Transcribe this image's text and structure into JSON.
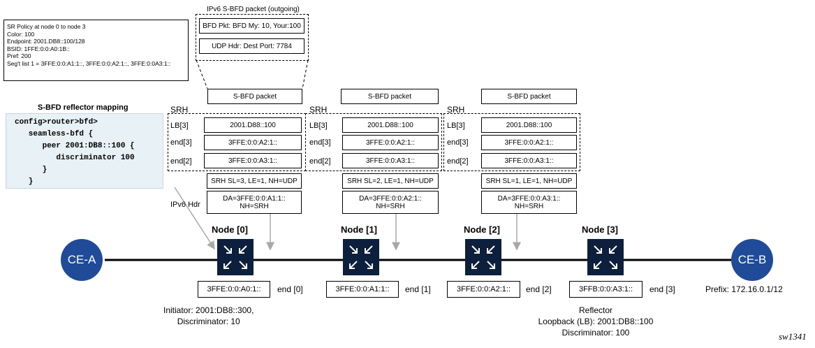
{
  "policy_lines": [
    "SR Policy at node 0 to node 3",
    "Color: 100",
    "Endpoint: 2001.DB8::100/128",
    "BSID: 1FFE:0:0:A0:1B::",
    "Pref: 200",
    "Seg't list 1 = 3FFE:0:0:A1:1::, 3FFE:0:0:A2:1::, 3FFE:0:0A3:1::"
  ],
  "packet_title": "IPv6 S-BFD packet (outgoing)",
  "bfd_pkt": "BFD Pkt: BFD My: 10, Your:100",
  "udp_hdr": "UDP Hdr: Dest Port: 7784",
  "reflector_title": "S-BFD reflector mapping",
  "config_lines": [
    "config>router>bfd>",
    "   seamless-bfd {",
    "      peer 2001:DB8::100 {",
    "         discriminator 100",
    "      }",
    "   }"
  ],
  "srh_label": "SRH",
  "ipv6_label": "IPv6 Hdr",
  "seg_labels": [
    "LB[3]",
    "end[3]",
    "end[2]"
  ],
  "stacks": [
    {
      "sbfd": "S-BFD packet",
      "seg": [
        "2001.D88::100",
        "3FFE:0:0:A2:1::",
        "3FFE:0:0:A3:1::"
      ],
      "srh": "SRH SL=3, LE=1, NH=UDP",
      "da1": "DA=3FFE:0:0:A1:1::",
      "da2": "NH=SRH"
    },
    {
      "sbfd": "S-BFD packet",
      "seg": [
        "2001.D88::100",
        "3FFE:0:0:A2:1::",
        "3FFE:0:0:A3:1::"
      ],
      "srh": "SRH SL=2, LE=1, NH=UDP",
      "da1": "DA=3FFE:0:0:A2:1::",
      "da2": "NH=SRH"
    },
    {
      "sbfd": "S-BFD packet",
      "seg": [
        "2001.D88::100",
        "3FFE:0:0:A2:1::",
        "3FFE:0:0:A3:1::"
      ],
      "srh": "SRH SL=1, LE=1, NH=UDP",
      "da1": "DA=3FFE:0:0:A3:1::",
      "da2": "NH=SRH"
    }
  ],
  "nodes": [
    {
      "label": "Node [0]",
      "addr": "3FFE:0:0:A0:1::",
      "end": "end [0]"
    },
    {
      "label": "Node [1]",
      "addr": "3FFE:0:0:A1:1::",
      "end": "end [1]"
    },
    {
      "label": "Node [2]",
      "addr": "3FFE:0:0:A2:1::",
      "end": "end [2]"
    },
    {
      "label": "Node [3]",
      "addr": "3FFB:0:0:A3:1::",
      "end": "end [3]"
    }
  ],
  "ce_a": "CE-A",
  "ce_b": "CE-B",
  "initiator": [
    "Initiator: 2001:DB8::300,",
    "Discriminator: 10"
  ],
  "reflector": [
    "Reflector",
    "Loopback (LB): 2001:DB8::100",
    "Discriminator: 100"
  ],
  "prefix": "Prefix: 172.16.0.1/12",
  "fig_id": "sw1341",
  "colors": {
    "node": "#0c1f3c",
    "ce": "#1f4b99",
    "config_bg": "#e8f1f5",
    "arrow": "#a8a8a8"
  }
}
